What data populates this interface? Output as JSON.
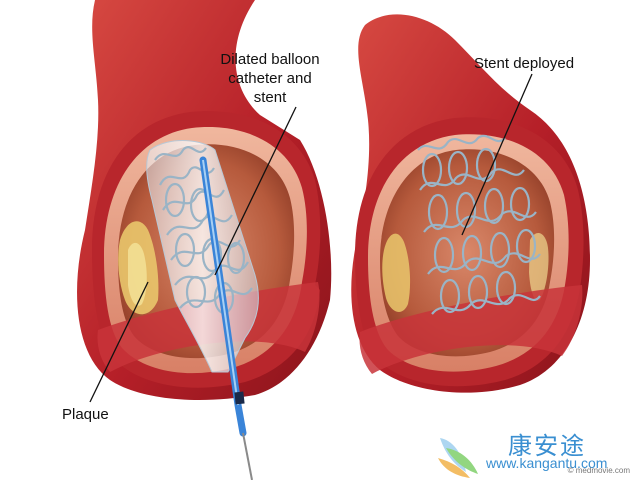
{
  "labels": {
    "balloon_line1": "Dilated balloon",
    "balloon_line2": "catheter and",
    "balloon_line3": "stent",
    "stent_deployed": "Stent deployed",
    "plaque": "Plaque"
  },
  "copyright": "© medmovie.com",
  "watermark": {
    "chinese": "康安途",
    "url": "www.kangantu.com",
    "logo_icon": "wing-logo-icon"
  },
  "colors": {
    "vessel_outer": "#c0262c",
    "vessel_wall": "#e0907a",
    "lumen": "#b75a3c",
    "plaque": "#e8c46a",
    "stent_wire": "#9ab4c6",
    "catheter": "#2e74c8"
  }
}
